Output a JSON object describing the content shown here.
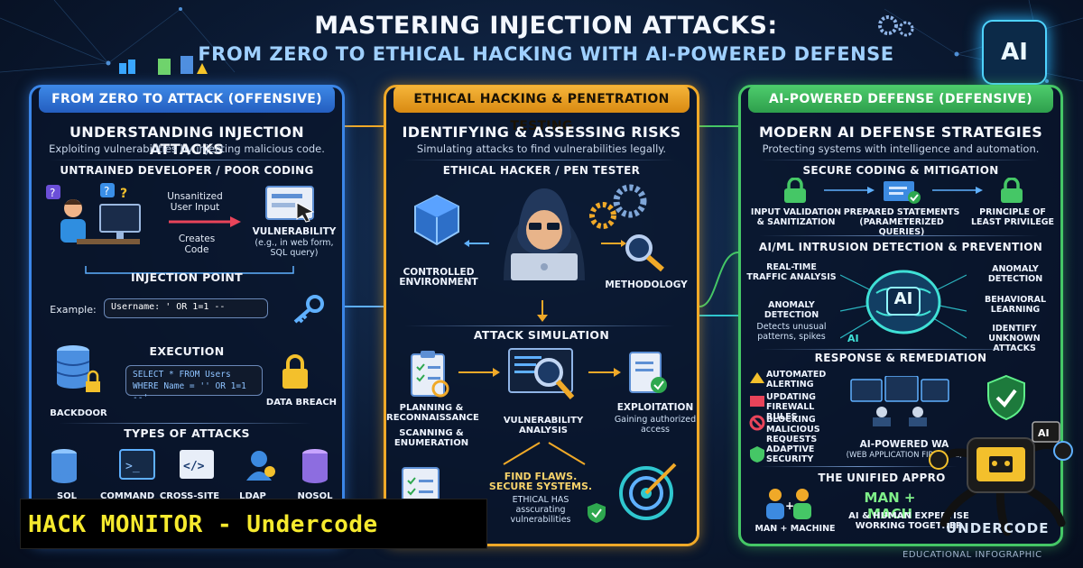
{
  "header": {
    "title": "MASTERING INJECTION ATTACKS:",
    "subtitle": "FROM ZERO TO ETHICAL HACKING WITH AI-POWERED DEFENSE",
    "ai_badge": "AI"
  },
  "left": {
    "heading": "FROM ZERO TO ATTACK (OFFENSIVE)",
    "title": "UNDERSTANDING INJECTION ATTACKS",
    "subtitle": "Exploiting vulnerabilities by injecting malicious code.",
    "dev_label": "UNTRAINED DEVELOPER / POOR CODING",
    "flow_input": "Unsanitized User Input",
    "flow_creates": "Creates Code",
    "vuln_title": "VULNERABILITY",
    "vuln_sub": "(e.g., in web form, SQL query)",
    "injection_point": "INJECTION POINT",
    "example_label": "Example:",
    "example_code": "Username: ' OR 1=1 --",
    "execution": "EXECUTION",
    "sql_line1": "SELECT * FROM Users",
    "sql_line2": "WHERE Name = '' OR 1=1 --'",
    "backdoor": "BACKDOOR",
    "data_breach": "DATA BREACH",
    "types_title": "TYPES OF ATTACKS",
    "types": [
      "SQL",
      "COMMAND",
      "CROSS-SITE",
      "LDAP",
      "NOSQL"
    ]
  },
  "middle": {
    "heading": "ETHICAL HACKING & PENETRATION TESTING",
    "title": "IDENTIFYING & ASSESSING RISKS",
    "subtitle": "Simulating attacks to find vulnerabilities legally.",
    "tester_label": "ETHICAL HACKER / PEN TESTER",
    "controlled": "CONTROLLED ENVIRONMENT",
    "methodology": "METHODOLOGY",
    "simulation": "ATTACK SIMULATION",
    "planning": "PLANNING & RECONNAISSANCE",
    "scanning": "SCANNING & ENUMERATION",
    "vuln_analysis": "VULNERABILITY ANALYSIS",
    "exploitation": "EXPLOITATION",
    "exploitation_sub": "Gaining authorized access",
    "find_flaws": "FIND FLAWS. SECURE SYSTEMS.",
    "ethical_note": "ETHICAL HAS asscurating vulnerabilities"
  },
  "right": {
    "heading": "AI-POWERED DEFENSE (DEFENSIVE)",
    "title": "MODERN AI DEFENSE STRATEGIES",
    "subtitle": "Protecting systems with intelligence and automation.",
    "secure_coding": "SECURE CODING & MITIGATION",
    "items": [
      "INPUT VALIDATION & SANITIZATION",
      "PREPARED STATEMENTS (PARAMETERIZED QUERIES)",
      "PRINCIPLE OF LEAST PRIVILEGE"
    ],
    "aiml_title": "AI/ML INTRUSION DETECTION & PREVENTION",
    "realtime": "REAL-TIME TRAFFIC ANALYSIS",
    "anomaly_left": "ANOMALY DETECTION",
    "anomaly_left_sub": "Detects unusual patterns, spikes",
    "anomaly_right": "ANOMALY DETECTION",
    "behavioral": "BEHAVIORAL LEARNING",
    "identify": "IDENTIFY UNKNOWN ATTACKS",
    "brain_label": "AI",
    "brain_sub": "AI",
    "response_title": "RESPONSE & REMEDIATION",
    "response_items": [
      "AUTOMATED ALERTING",
      "UPDATING FIREWALL RULES",
      "BLOCKING MALICIOUS REQUESTS",
      "ADAPTIVE SECURITY"
    ],
    "waf": "AI-POWERED WA",
    "waf_sub": "(WEB APPLICATION FIREWALL)",
    "unified": "THE UNIFIED APPRO",
    "man_machine_big": "MAN + MACH",
    "man_machine_small": "MAN + MACHINE",
    "human_expertise": "AI & HUMAN EXPERTISE WORKING TOGETHER"
  },
  "banner": "HACK MONITOR - Undercode",
  "brand": "UNDERCODE",
  "footer": "EDUCATIONAL INFOGRAPHIC",
  "colors": {
    "offensive": "#3b86e8",
    "ethical": "#f0a928",
    "defensive": "#45c766",
    "banner_text": "#f6ea2e"
  }
}
